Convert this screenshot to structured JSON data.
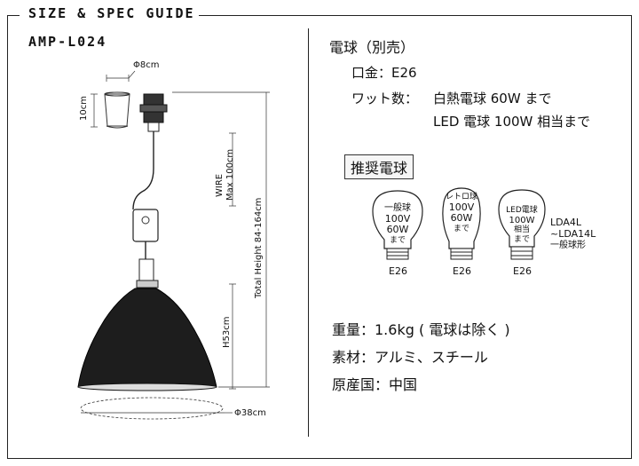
{
  "header": {
    "guide_title": "SIZE & SPEC GUIDE",
    "model": "AMP-L024"
  },
  "dimensions": {
    "socket_diameter": "Φ8cm",
    "socket_height": "10cm",
    "wire_label": "WIRE",
    "wire_length": "Max 100cm",
    "total_height": "Total Height 84-164cm",
    "shade_height": "H53cm",
    "shade_diameter": "Φ38cm"
  },
  "spec": {
    "bulb_note": "電球（別売）",
    "base_label": "口金：",
    "base_value": "E26",
    "wattage_label": "ワット数：",
    "wattage_line1": "白熱電球 60W まで",
    "wattage_line2": "LED 電球 100W 相当まで",
    "recommended_label": "推奨電球"
  },
  "bulbs": [
    {
      "lines": [
        "一般球",
        "100V",
        "60W",
        "まで"
      ],
      "base": "E26"
    },
    {
      "lines": [
        "レトロ球",
        "100V",
        "60W",
        "まで"
      ],
      "base": "E26"
    },
    {
      "lines": [
        "LED電球",
        "100W",
        "相当",
        "まで"
      ],
      "base": "E26"
    }
  ],
  "led_models": [
    "LDA4L",
    "~LDA14L",
    "一般球形"
  ],
  "details": {
    "weight": "重量：1.6kg ( 電球は除く )",
    "material": "素材：アルミ、スチール",
    "origin": "原産国：中国"
  }
}
